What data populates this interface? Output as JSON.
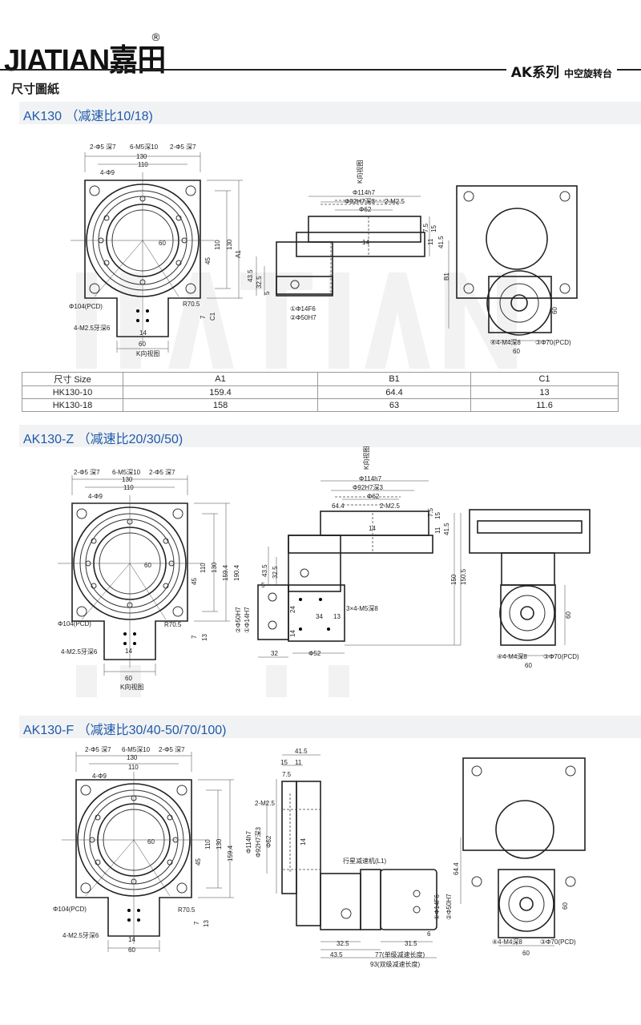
{
  "header": {
    "brand": "JIATIAN嘉田",
    "reg": "®",
    "series": "AK系列",
    "series_sub": "中空旋转台",
    "doc_title": "尺寸圖紙"
  },
  "watermark": "JIATIAN",
  "sections": [
    {
      "title": "AK130 （减速比10/18)",
      "labels": [
        "2-Φ5 深7",
        "6-M5深10",
        "2-Φ5 深7",
        "130",
        "110",
        "4-Φ9",
        "60",
        "110",
        "130",
        "45",
        "A1",
        "Φ104(PCD)",
        "R70.5",
        "7",
        "C1",
        "4-M2.5牙深6",
        "14",
        "60",
        "K向视图",
        "K向视图",
        "Φ114h7",
        "Φ92H7深3",
        "2-M2.5",
        "Φ62",
        "7.5",
        "15",
        "11",
        "41.5",
        "14",
        "43.5",
        "32.5",
        "5",
        "①Φ14F6",
        "②Φ50H7",
        "B1",
        "60",
        "④4-M4深8",
        "③Φ70(PCD)",
        "60"
      ]
    },
    {
      "title": "AK130-Z （减速比20/30/50)",
      "labels": [
        "2-Φ5 深7",
        "6-M5深10",
        "2-Φ5 深7",
        "130",
        "110",
        "4-Φ9",
        "60",
        "110",
        "130",
        "159.4",
        "190.4",
        "45",
        "Φ104(PCD)",
        "R70.5",
        "7",
        "13",
        "4-M2.5牙深6",
        "14",
        "60",
        "K向视图",
        "K向视图",
        "Φ114h7",
        "Φ92H7深3",
        "Φ62",
        "64.4",
        "2-M2.5",
        "14",
        "7.5",
        "15",
        "11",
        "41.5",
        "150",
        "150.5",
        "43.5",
        "32.5",
        "5",
        "②Φ50H7",
        "①Φ14H7",
        "3×4-M5深8",
        "24",
        "34",
        "13",
        "14",
        "32",
        "Φ52",
        "60",
        "④4-M4深8",
        "③Φ70(PCD)",
        "60"
      ]
    },
    {
      "title": "AK130-F （减速比30/40-50/70/100)",
      "labels": [
        "2-Φ5 深7",
        "6-M5深10",
        "2-Φ5 深7",
        "130",
        "110",
        "4-Φ9",
        "60",
        "110",
        "130",
        "159.4",
        "45",
        "Φ104(PCD)",
        "R70.5",
        "7",
        "13",
        "4-M2.5牙深6",
        "14",
        "60",
        "41.5",
        "15",
        "11",
        "7.5",
        "2-M2.5",
        "Φ114h7",
        "Φ92H7深3",
        "Φ62",
        "14",
        "行星减速机(L1)",
        "①Φ14F6",
        "②Φ50H7",
        "6",
        "32.5",
        "31.5",
        "43.5",
        "77(单级减速长度)",
        "93(双级减速长度)",
        "64.4",
        "60",
        "④4-M4深8",
        "③Φ70(PCD)",
        "60"
      ]
    }
  ],
  "table": {
    "headers": [
      "尺寸 Size",
      "A1",
      "B1",
      "C1"
    ],
    "rows": [
      [
        "HK130-10",
        "159.4",
        "64.4",
        "13"
      ],
      [
        "HK130-18",
        "158",
        "63",
        "11.6"
      ]
    ]
  }
}
